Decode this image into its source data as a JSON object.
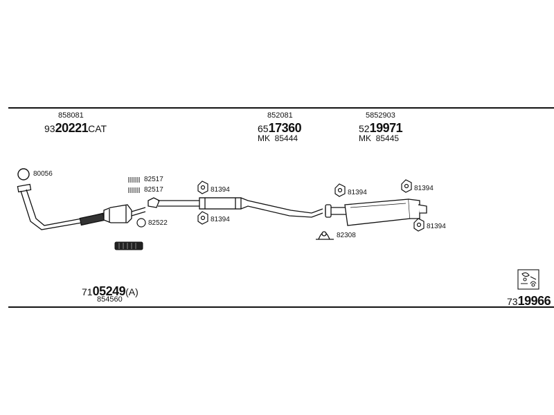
{
  "top_labels": {
    "front_part_no": "858081",
    "front_ref_prefix": "93",
    "front_ref_main": "20221",
    "front_ref_suffix": "CAT",
    "middle_part_no": "852081",
    "middle_ref_prefix": "65",
    "middle_ref_main": "17360",
    "middle_kit": "MK  85444",
    "rear_part_no": "5852903",
    "rear_ref_prefix": "52",
    "rear_ref_main": "19971",
    "rear_kit": "MK  85445"
  },
  "parts": {
    "gasket_ring": "80056",
    "clamp_1": "82517",
    "clamp_2": "82517",
    "ring_small": "82522",
    "hanger_mid_top": "81394",
    "hanger_mid_bottom": "81394",
    "hanger_rear_left": "81394",
    "hanger_rear_right": "81394",
    "hanger_rear_bottom": "81394",
    "u_clamp": "82308"
  },
  "bottom_labels": {
    "left_ref_prefix": "71",
    "left_ref_main": "05249",
    "left_ref_suffix": "(A)",
    "left_part_no": "854560",
    "right_ref_prefix": "73",
    "right_ref_main": "19966"
  }
}
